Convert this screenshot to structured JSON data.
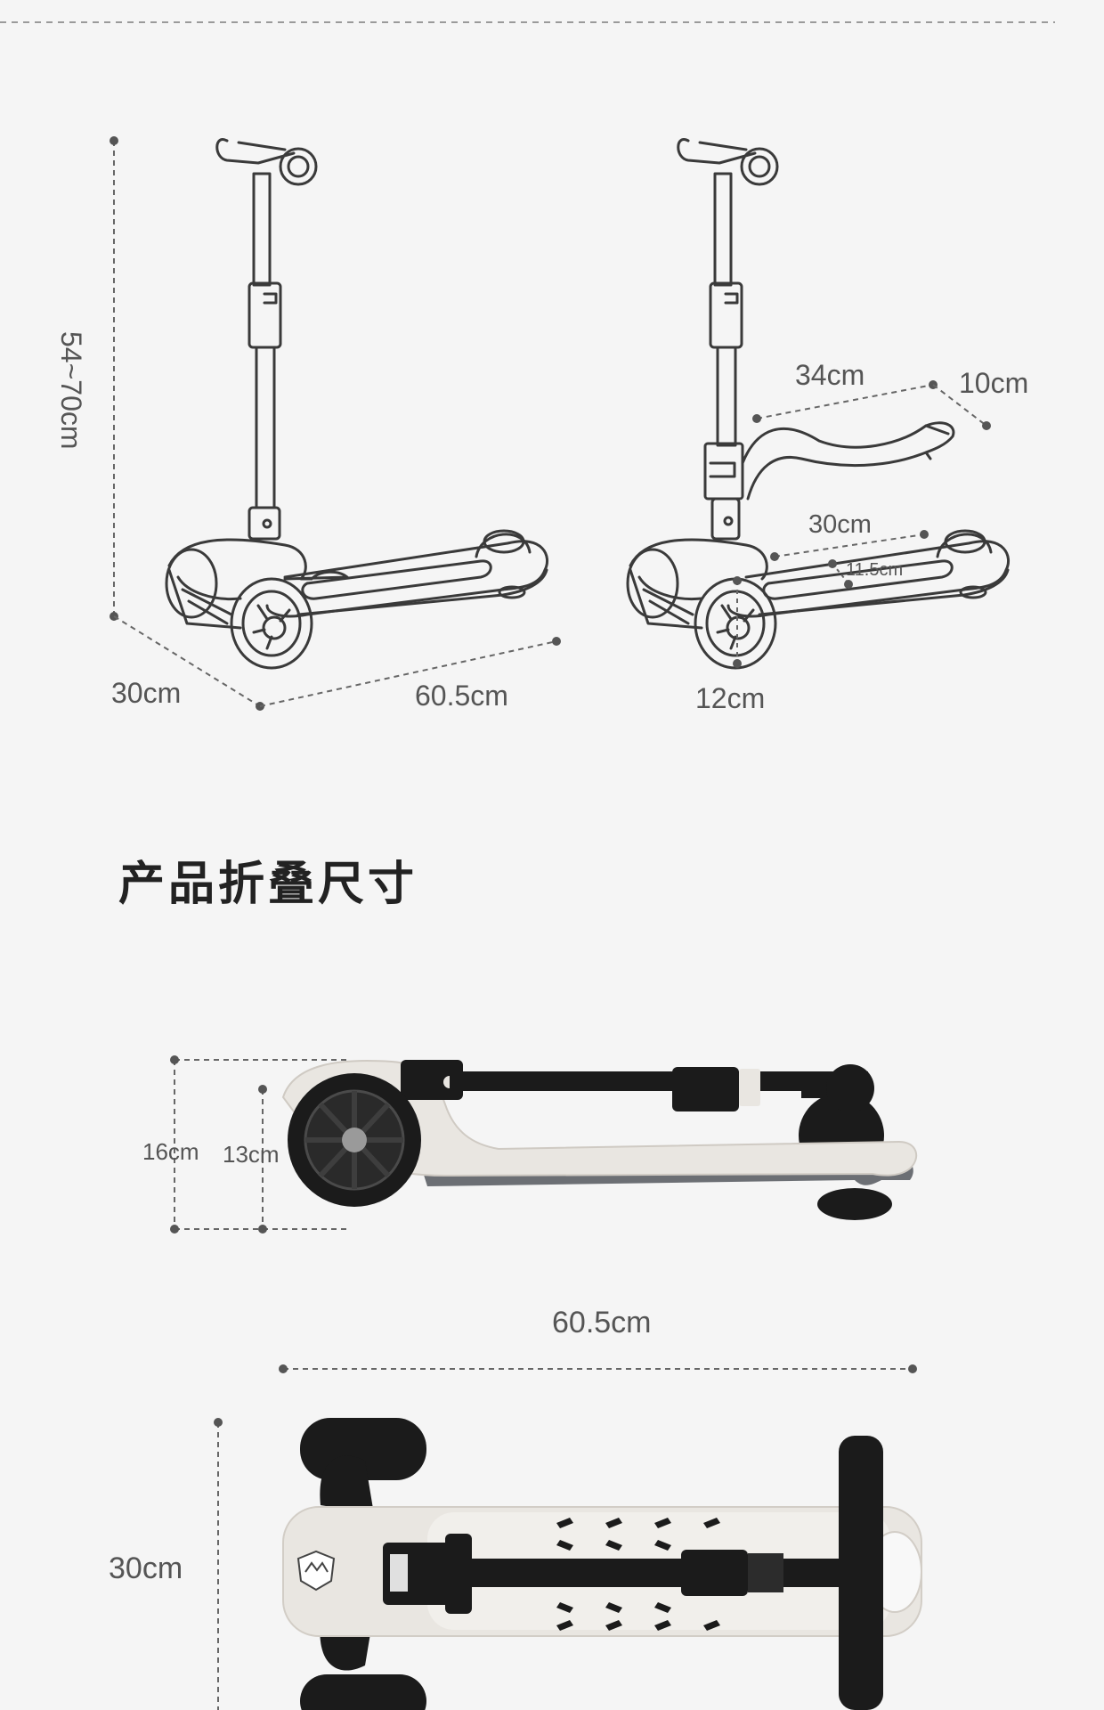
{
  "section_title": "产品折叠尺寸",
  "dimensions": {
    "height_range": "54~70cm",
    "width_front": "30cm",
    "length": "60.5cm",
    "seat_length": "34cm",
    "seat_width": "10cm",
    "deck_length": "30cm",
    "deck_width": "11.5cm",
    "wheel_diameter": "12cm",
    "folded_height": "16cm",
    "folded_deck_height": "13cm",
    "folded_length": "60.5cm",
    "folded_width": "30cm"
  },
  "colors": {
    "background": "#f5f5f5",
    "line_art": "#3a3a3a",
    "scooter_white": "#e9e6e1",
    "scooter_grey": "#6c6f74",
    "scooter_black": "#1b1b1b"
  }
}
